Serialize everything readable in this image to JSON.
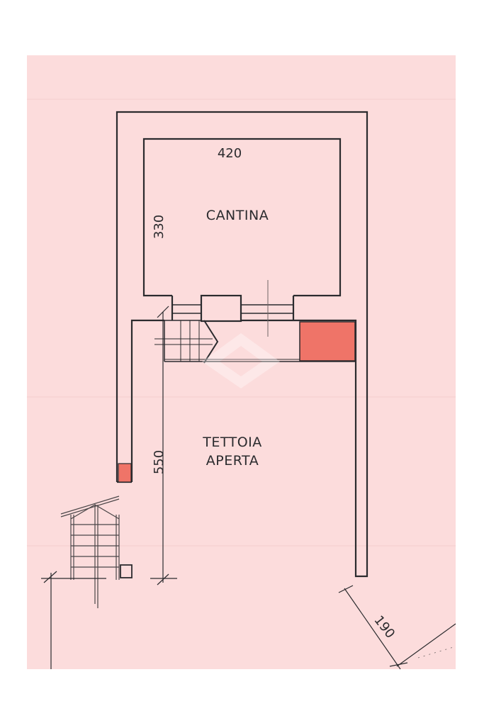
{
  "colors": {
    "paper": "#fcdcdc",
    "ink": "#2b2b2e",
    "pencil": "#6f6666",
    "highlight": "#ef7468",
    "page": "#ffffff"
  },
  "plan": {
    "rooms": {
      "cantina": {
        "label": "CANTINA"
      },
      "tettoia": {
        "line1": "TETTOIA",
        "line2": "APERTA"
      }
    },
    "dimensions": {
      "cantina_width": "420",
      "cantina_depth": "330",
      "tettoia_depth": "550",
      "diagonal": "190"
    }
  }
}
